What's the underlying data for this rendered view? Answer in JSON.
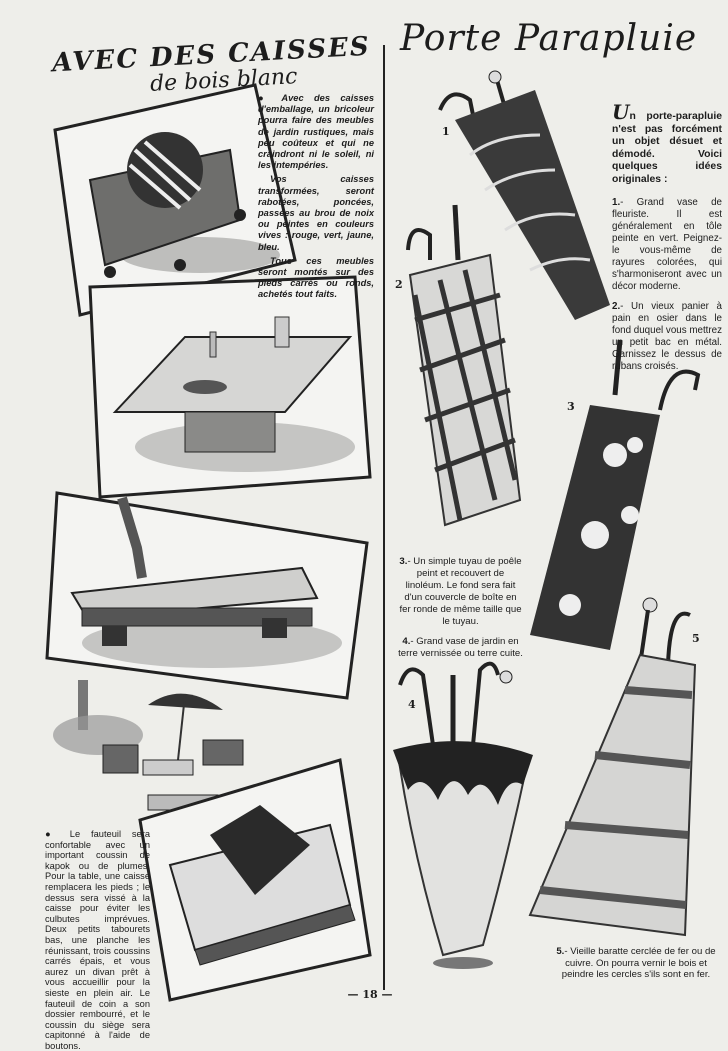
{
  "left": {
    "title": "AVEC DES CAISSES",
    "subtitle": "de bois blanc",
    "intro": [
      "● Avec des caisses d'emballage, un bricoleur pourra faire des meubles de jardin rustiques, mais peu coûteux et qui ne craindront ni le soleil, ni les intempéries.",
      "Vos caisses transformées, seront rabotées, poncées, passées au brou de noix ou peintes en couleurs vives : rouge, vert, jaune, bleu.",
      "Tous ces meubles seront montés sur des pieds carrés ou ronds, achetés tout faits."
    ],
    "bottom": "● Le fauteuil sera confortable avec un important coussin de kapok ou de plumes. Pour la table, une caisse remplacera les pieds ; le dessus sera vissé à la caisse pour éviter les culbutes imprévues. Deux petits tabourets bas, une planche les réunissant, trois coussins carrés épais, et vous aurez un divan prêt à vous accueillir pour la sieste en plein air. Le fauteuil de coin a son dossier rembourré, et le coussin du siège sera capitonné à l'aide de boutons."
  },
  "right": {
    "title": "Porte Parapluie",
    "intro_initial": "U",
    "intro": "n porte-parapluie n'est pas forcément un objet désuet et démodé. Voici quelques idées originales :",
    "items": [
      {
        "num": "1.",
        "text": "- Grand vase de fleuriste. Il est généralement en tôle peinte en vert. Peignez-le vous-même de rayures colorées, qui s'harmoniseront avec un décor moderne."
      },
      {
        "num": "2.",
        "text": "- Un vieux panier à pain en osier dans le fond duquel vous mettrez un petit bac en métal. Garnissez le dessus de rubans croisés."
      },
      {
        "num": "3.",
        "text": "- Un simple tuyau de poêle peint et recouvert de linoléum. Le fond sera fait d'un couvercle de boîte en fer ronde de même taille que le tuyau."
      },
      {
        "num": "4.",
        "text": "- Grand vase de jardin en terre vernissée ou terre cuite."
      },
      {
        "num": "5.",
        "text": "- Vieille baratte cerclée de fer ou de cuivre. On pourra vernir le bois et peindre les cercles s'ils sont en fer."
      }
    ],
    "figure_labels": [
      "1",
      "2",
      "3",
      "4",
      "5"
    ]
  },
  "page_number": "— 18 —"
}
